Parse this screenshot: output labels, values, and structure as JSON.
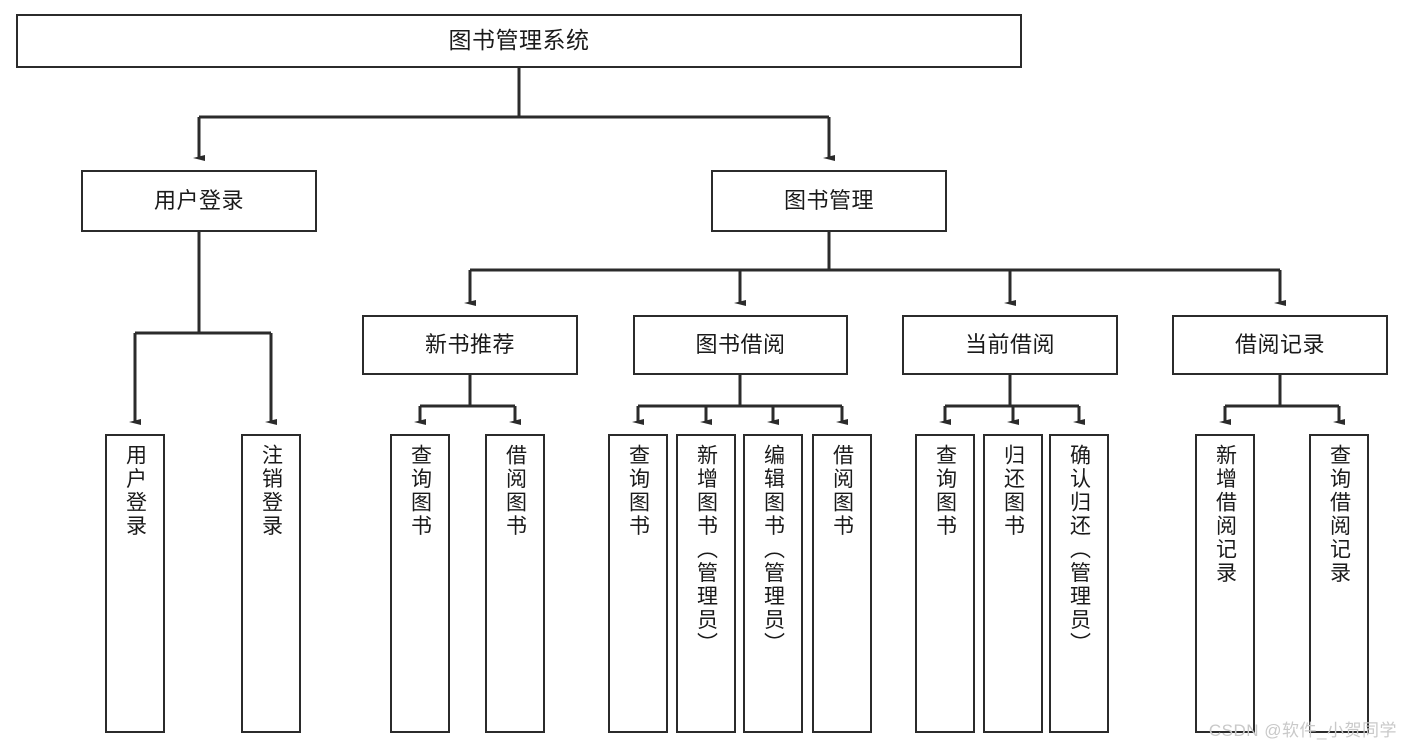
{
  "diagram": {
    "title": "图书管理系统",
    "watermark": "CSDN @软件_小贺同学",
    "colors": {
      "stroke": "#2b2b2b",
      "fill": "#ffffff",
      "text": "#1a1a1a",
      "watermark": "#c9c9c9"
    },
    "nodes": {
      "root": {
        "label": "图书管理系统",
        "level": 1,
        "orientation": "horizontal"
      },
      "user_login": {
        "label": "用户登录",
        "level": 2,
        "orientation": "horizontal"
      },
      "book_manage": {
        "label": "图书管理",
        "level": 2,
        "orientation": "horizontal"
      },
      "new_book_rec": {
        "label": "新书推荐",
        "level": 3,
        "orientation": "horizontal"
      },
      "book_borrow": {
        "label": "图书借阅",
        "level": 3,
        "orientation": "horizontal"
      },
      "current_borrow": {
        "label": "当前借阅",
        "level": 3,
        "orientation": "horizontal"
      },
      "borrow_record": {
        "label": "借阅记录",
        "level": 3,
        "orientation": "horizontal"
      },
      "leaf_user_login": {
        "label": "用户登录",
        "level": 4,
        "orientation": "vertical"
      },
      "leaf_logout": {
        "label": "注销登录",
        "level": 4,
        "orientation": "vertical"
      },
      "leaf_query_book_1": {
        "label": "查询图书",
        "level": 4,
        "orientation": "vertical"
      },
      "leaf_borrow_book_1": {
        "label": "借阅图书",
        "level": 4,
        "orientation": "vertical"
      },
      "leaf_query_book_2": {
        "label": "查询图书",
        "level": 4,
        "orientation": "vertical"
      },
      "leaf_add_book": {
        "label": "新增图书（管理员）",
        "level": 4,
        "orientation": "vertical"
      },
      "leaf_edit_book": {
        "label": "编辑图书（管理员）",
        "level": 4,
        "orientation": "vertical"
      },
      "leaf_borrow_book_2": {
        "label": "借阅图书",
        "level": 4,
        "orientation": "vertical"
      },
      "leaf_query_book_3": {
        "label": "查询图书",
        "level": 4,
        "orientation": "vertical"
      },
      "leaf_return_book": {
        "label": "归还图书",
        "level": 4,
        "orientation": "vertical"
      },
      "leaf_confirm_return": {
        "label": "确认归还（管理员）",
        "level": 4,
        "orientation": "vertical"
      },
      "leaf_add_record": {
        "label": "新增借阅记录",
        "level": 4,
        "orientation": "vertical"
      },
      "leaf_query_record": {
        "label": "查询借阅记录",
        "level": 4,
        "orientation": "vertical"
      }
    },
    "edges": [
      {
        "from": "root",
        "to": "user_login"
      },
      {
        "from": "root",
        "to": "book_manage"
      },
      {
        "from": "user_login",
        "to": "leaf_user_login"
      },
      {
        "from": "user_login",
        "to": "leaf_logout"
      },
      {
        "from": "book_manage",
        "to": "new_book_rec"
      },
      {
        "from": "book_manage",
        "to": "book_borrow"
      },
      {
        "from": "book_manage",
        "to": "current_borrow"
      },
      {
        "from": "book_manage",
        "to": "borrow_record"
      },
      {
        "from": "new_book_rec",
        "to": "leaf_query_book_1"
      },
      {
        "from": "new_book_rec",
        "to": "leaf_borrow_book_1"
      },
      {
        "from": "book_borrow",
        "to": "leaf_query_book_2"
      },
      {
        "from": "book_borrow",
        "to": "leaf_add_book"
      },
      {
        "from": "book_borrow",
        "to": "leaf_edit_book"
      },
      {
        "from": "book_borrow",
        "to": "leaf_borrow_book_2"
      },
      {
        "from": "current_borrow",
        "to": "leaf_query_book_3"
      },
      {
        "from": "current_borrow",
        "to": "leaf_return_book"
      },
      {
        "from": "current_borrow",
        "to": "leaf_confirm_return"
      },
      {
        "from": "borrow_record",
        "to": "leaf_add_record"
      },
      {
        "from": "borrow_record",
        "to": "leaf_query_record"
      }
    ]
  }
}
